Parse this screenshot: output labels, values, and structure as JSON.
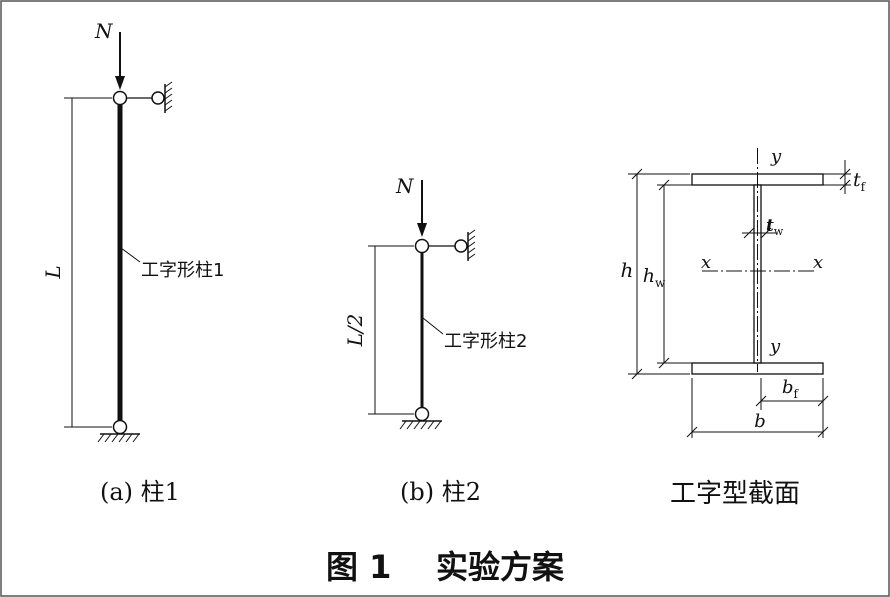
{
  "figure": {
    "title": "图 1    实验方案"
  },
  "panel_a": {
    "load_label": "N",
    "length_label": "L",
    "member_label": "工字形柱1",
    "caption": "(a) 柱1"
  },
  "panel_b": {
    "load_label": "N",
    "length_label": "L/2",
    "member_label": "工字形柱2",
    "caption": "(b) 柱2"
  },
  "section": {
    "caption": "工字型截面",
    "h": "h",
    "hw_main": "h",
    "hw_sub": "w",
    "tf_main": "t",
    "tf_sub": "f",
    "tw_main": "t",
    "tw_sub": "w",
    "bf_main": "b",
    "bf_sub": "f",
    "b": "b",
    "x_left": "x",
    "x_right": "x",
    "y_top": "y",
    "y_bottom": "y"
  }
}
